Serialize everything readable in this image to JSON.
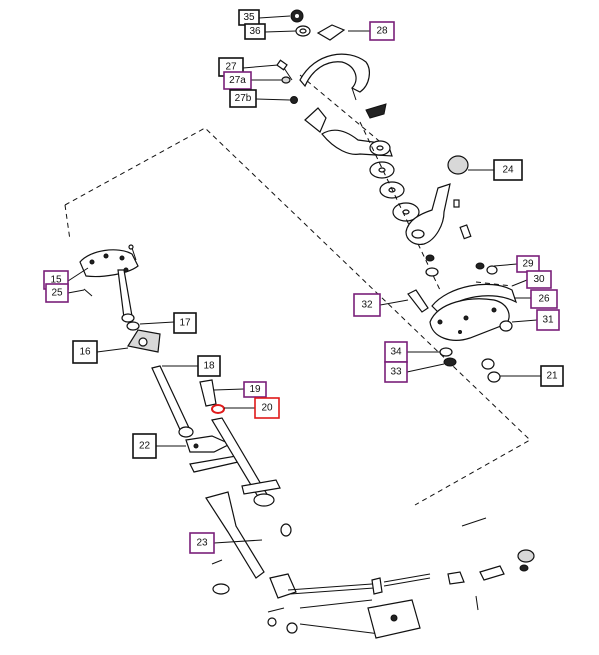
{
  "colors": {
    "black_callout": "#111111",
    "purple_callout": "#7a1f7a",
    "red_callout": "#e01919",
    "highlight_ring": "#e01919"
  },
  "callouts": {
    "c35": "35",
    "c36": "36",
    "c28": "28",
    "c27": "27",
    "c27a": "27a",
    "c27b": "27b",
    "c24": "24",
    "c29": "29",
    "c30": "30",
    "c26": "26",
    "c31": "31",
    "c32": "32",
    "c34": "34",
    "c33": "33",
    "c21": "21",
    "c15": "15",
    "c25": "25",
    "c17": "17",
    "c16": "16",
    "c18": "18",
    "c19": "19",
    "c20": "20",
    "c22": "22",
    "c23": "23"
  }
}
